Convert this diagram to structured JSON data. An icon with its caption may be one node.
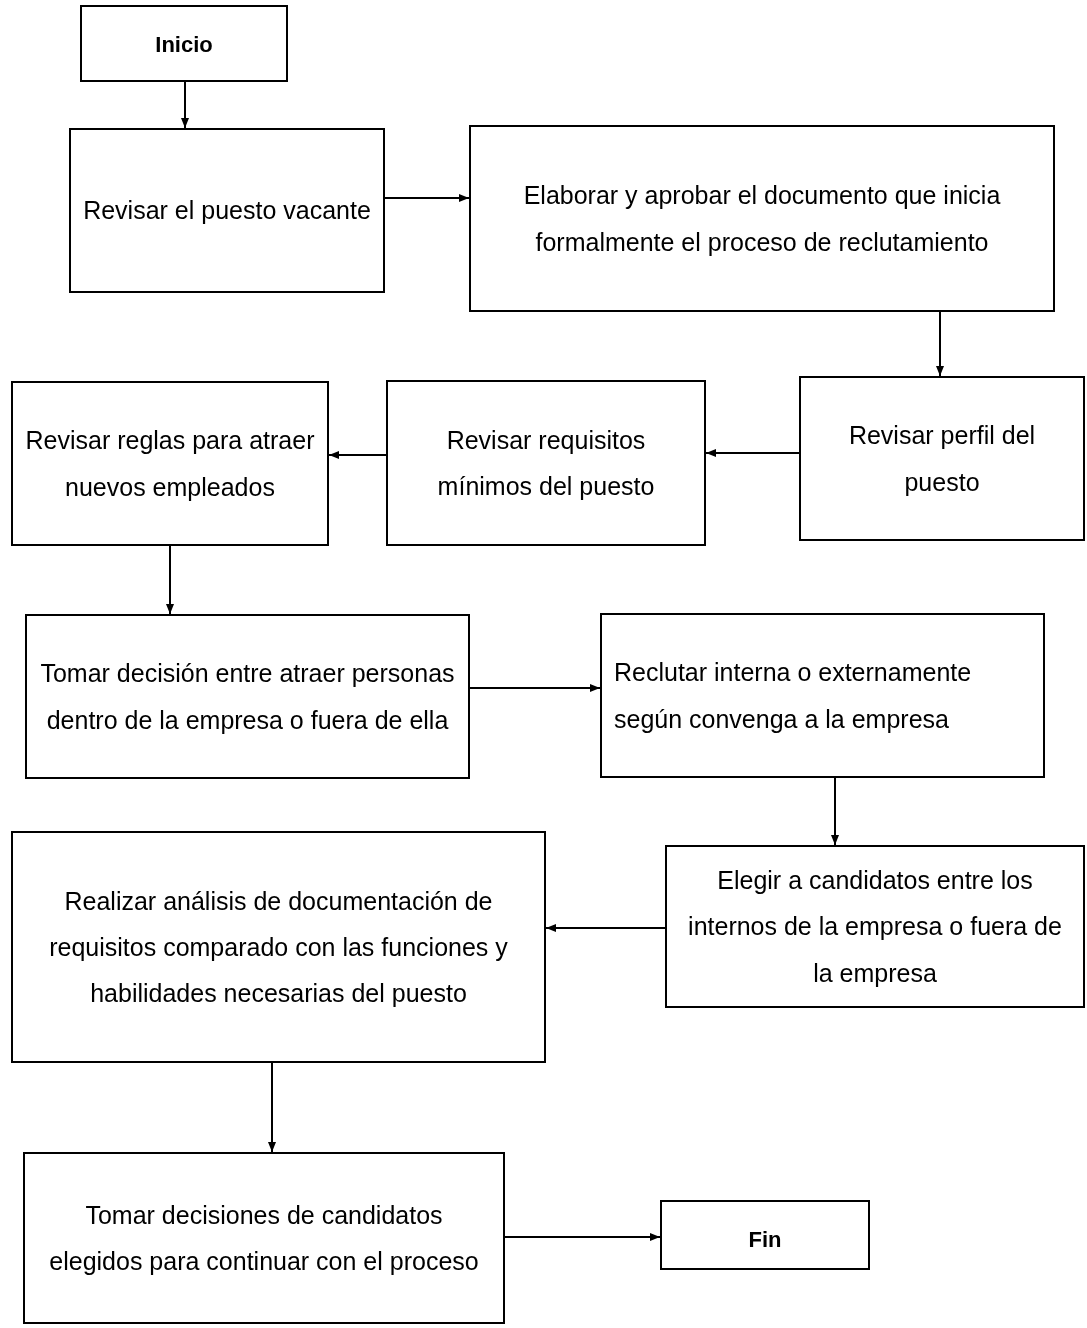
{
  "diagram": {
    "nodes": [
      {
        "text": [
          "Inicio"
        ]
      },
      {
        "text": [
          "Revisar el puesto vacante"
        ]
      },
      {
        "text": [
          "Elaborar y aprobar el documento que inicia formalmente el proceso de reclutamiento"
        ]
      },
      {
        "text": [
          "Revisar perfil del puesto"
        ]
      },
      {
        "text": [
          "Revisar requisitos mínimos del puesto"
        ]
      },
      {
        "text": [
          "Revisar reglas para atraer nuevos empleados"
        ]
      },
      {
        "text": [
          "Tomar decisión entre atraer personas dentro de la empresa o fuera de ella"
        ]
      },
      {
        "text": [
          "Reclutar interna o externamente según convenga a la empresa"
        ]
      },
      {
        "text": [
          "Elegir a candidatos entre los internos de la empresa o fuera de la empresa"
        ]
      },
      {
        "text": [
          "Realizar análisis de documentación de requisitos comparado con las funciones y habilidades necesarias del puesto"
        ]
      },
      {
        "text": [
          "Tomar decisiones de candidatos elegidos para continuar con el proceso"
        ]
      },
      {
        "text": [
          "Fin"
        ]
      }
    ],
    "edges": [
      {
        "from": 0,
        "to": 1,
        "arrow": "to"
      },
      {
        "from": 1,
        "to": 2,
        "arrow": "to"
      },
      {
        "from": 2,
        "to": 3,
        "arrow": "to"
      },
      {
        "from": 3,
        "to": 4,
        "arrow": "to"
      },
      {
        "from": 4,
        "to": 5,
        "arrow": "to"
      },
      {
        "from": 5,
        "to": 6,
        "arrow": "to"
      },
      {
        "from": 6,
        "to": 7,
        "arrow": "to"
      },
      {
        "from": 7,
        "to": 8,
        "arrow": "to"
      },
      {
        "from": 8,
        "to": 9,
        "arrow": "to"
      },
      {
        "from": 9,
        "to": 10,
        "arrow": "to"
      },
      {
        "from": 10,
        "to": 11,
        "arrow": "to"
      }
    ]
  }
}
